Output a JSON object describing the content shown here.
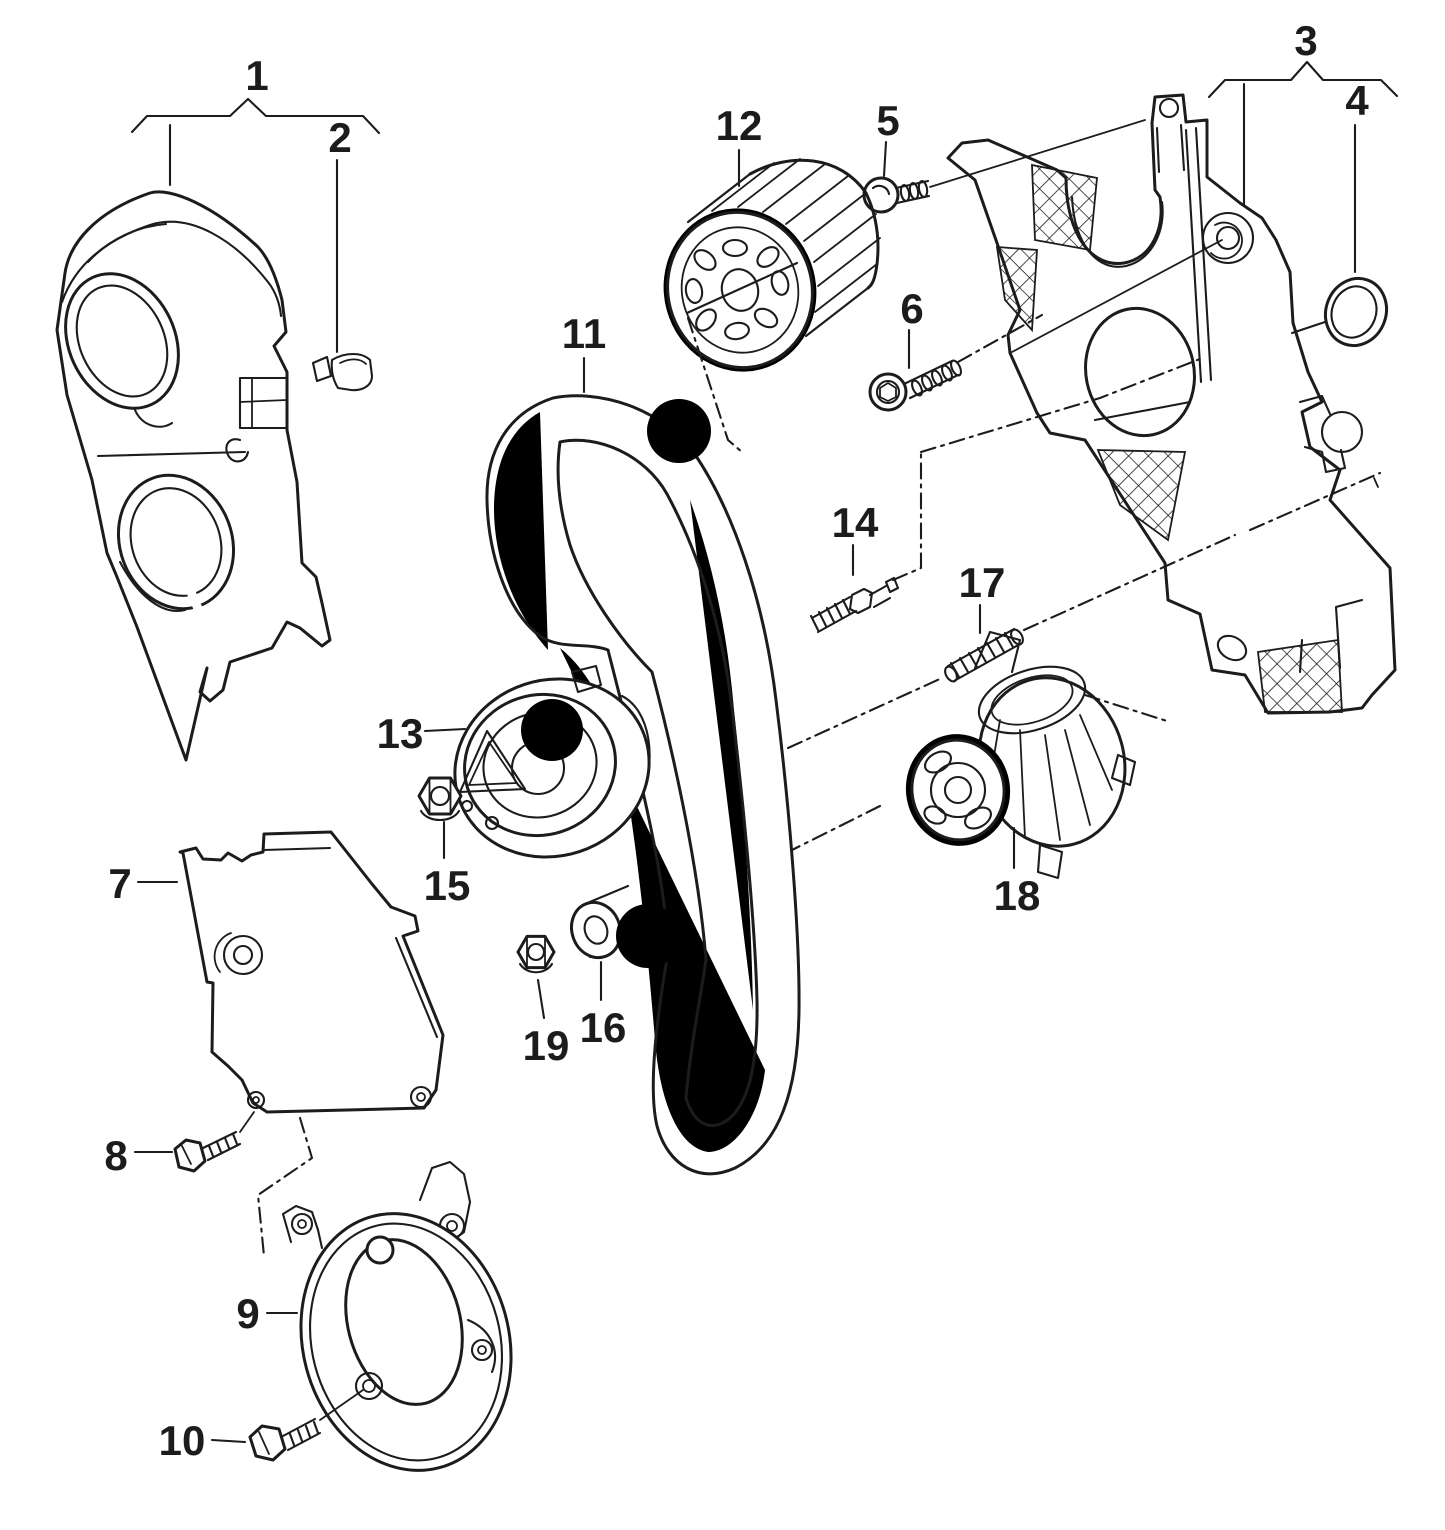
{
  "figure": {
    "colors": {
      "background": "#ffffff",
      "line": "#1c1c1c",
      "marker": "#000000"
    },
    "callouts": [
      {
        "n": "1"
      },
      {
        "n": "2"
      },
      {
        "n": "3"
      },
      {
        "n": "4"
      },
      {
        "n": "5"
      },
      {
        "n": "6"
      },
      {
        "n": "7"
      },
      {
        "n": "8"
      },
      {
        "n": "9"
      },
      {
        "n": "10"
      },
      {
        "n": "11"
      },
      {
        "n": "12"
      },
      {
        "n": "13"
      },
      {
        "n": "14"
      },
      {
        "n": "15"
      },
      {
        "n": "16"
      },
      {
        "n": "17"
      },
      {
        "n": "18"
      },
      {
        "n": "19"
      }
    ]
  }
}
